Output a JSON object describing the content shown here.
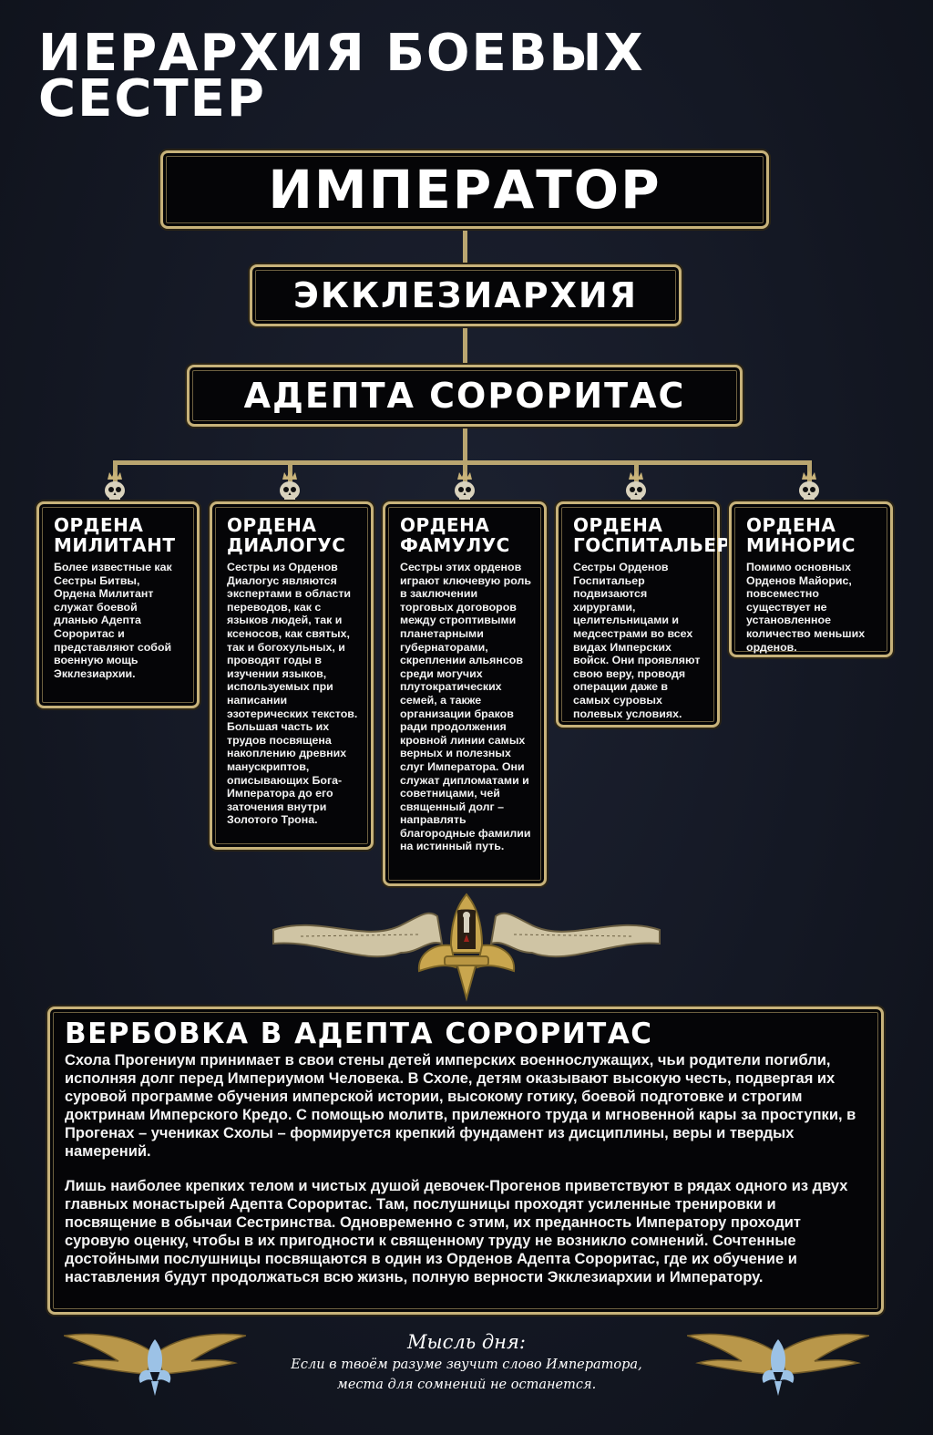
{
  "title": {
    "line1": "ИЕРАРХИЯ БОЕВЫХ",
    "line2": "СЕСТЕР"
  },
  "hierarchy": {
    "top": "ИМПЕРАТОР",
    "second": "ЭККЛЕЗИАРХИЯ",
    "third": "АДЕПТА СОРОРИТАС"
  },
  "orders": [
    {
      "heading_line1": "ОРДЕНА",
      "heading_line2": "МИЛИТАНТ",
      "text": "Более известные как Сестры Битвы, Ордена Милитант служат боевой дланью Адепта Сороритас и представляют собой военную мощь Экклезиархии."
    },
    {
      "heading_line1": "ОРДЕНА",
      "heading_line2": "ДИАЛОГУС",
      "text": "Сестры из Орденов Диалогус являются экспертами в области переводов, как с языков людей, так и ксеносов, как святых, так и богохульных, и проводят годы в изучении языков, используемых при написании эзотерических текстов. Большая часть их трудов посвящена накоплению древних манускриптов, описывающих Бога-Императора до его заточения внутри Золотого Трона."
    },
    {
      "heading_line1": "ОРДЕНА",
      "heading_line2": "ФАМУЛУС",
      "text": "Сестры этих орденов играют ключевую роль в заключении торговых договоров между строптивыми планетарными губернаторами, скреплении альянсов среди могучих плутократических семей, а также организации браков ради продолжения кровной линии самых верных и полезных слуг Императора. Они служат дипломатами и советницами, чей священный долг – направлять благородные фамилии на истинный путь."
    },
    {
      "heading_line1": "ОРДЕНА",
      "heading_line2": "ГОСПИТАЛЬЕР",
      "text": "Сестры Орденов Госпитальер подвизаются хирургами, целительницами и медсестрами во всех видах Имперских войск. Они проявляют свою веру, проводя операции даже в самых суровых полевых условиях."
    },
    {
      "heading_line1": "ОРДЕНА",
      "heading_line2": "МИНОРИС",
      "text": "Помимо основных Орденов Майорис, повсеместно существует не установленное количество меньших орденов."
    }
  ],
  "recruitment": {
    "heading": "ВЕРБОВКА В АДЕПТА СОРОРИТАС",
    "paragraph1": "Схола Прогениум принимает в свои стены детей имперских военнослужащих, чьи родители погибли, исполняя долг перед Империумом Человека. В Схоле, детям оказывают высокую честь, подвергая их суровой программе обучения имперской истории, высокому готику, боевой подготовке и строгим доктринам Имперского Кредо. С помощью молитв, прилежного труда и мгновенной кары за проступки, в Прогенах – учениках Схолы – формируется крепкий фундамент из дисциплины, веры и твердых намерений.",
    "paragraph2": "Лишь наиболее крепких телом и чистых душой девочек-Прогенов приветствуют в рядах одного из двух главных монастырей Адепта Сороритас. Там, послушницы проходят усиленные тренировки и посвящение в обычаи Сестринства. Одновременно с этим, их преданность Императору проходит суровую оценку, чтобы в их пригодности к священному труду не возникло сомнений. Сочтенные достойными послушницы посвящаются в один из Орденов Адепта Сороритас, где их обучение и наставления будут продолжаться всю жизнь, полную верности Экклезиархии и Императору."
  },
  "thought": {
    "heading": "Мысль дня:",
    "line1": "Если в твоём разуме звучит слово Императора,",
    "line2": "места для сомнений не останется."
  },
  "colors": {
    "gold_border": "#c7b27a",
    "background": "#161a26",
    "box_fill": "#050507"
  },
  "icons": [
    "skull-crown-icon",
    "fleur-de-lis-icon",
    "aquila-wings-icon",
    "scroll-banner-icon"
  ]
}
